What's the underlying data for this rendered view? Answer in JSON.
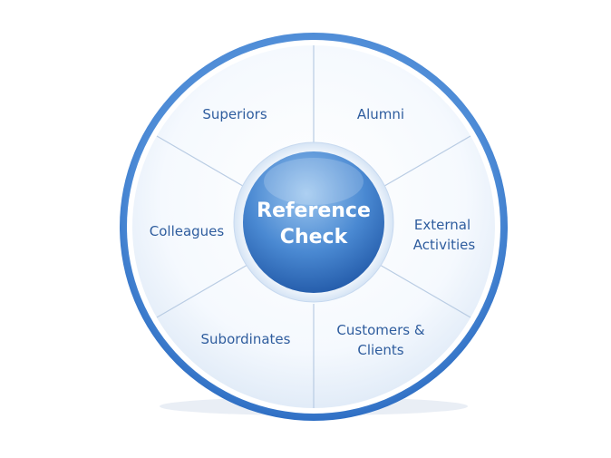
{
  "center": {
    "line1": "Reference",
    "line2": "Check"
  },
  "segments": [
    {
      "id": "superiors",
      "line1": "Superiors",
      "line2": ""
    },
    {
      "id": "alumni",
      "line1": "Alumni",
      "line2": ""
    },
    {
      "id": "external",
      "line1": "External",
      "line2": "Activities"
    },
    {
      "id": "customers",
      "line1": "Customers &",
      "line2": "Clients"
    },
    {
      "id": "subordinates",
      "line1": "Subordinates",
      "line2": ""
    },
    {
      "id": "colleagues",
      "line1": "Colleagues",
      "line2": ""
    }
  ],
  "colors": {
    "ring_outer": "#5b95dc",
    "ring_inner": "#2f6fc4",
    "segment_fill": "#f3f8fd",
    "divider": "#b7cbe4",
    "label_text": "#2f5d9e",
    "hub_light": "#8fbcea",
    "hub_dark": "#2361b0"
  }
}
